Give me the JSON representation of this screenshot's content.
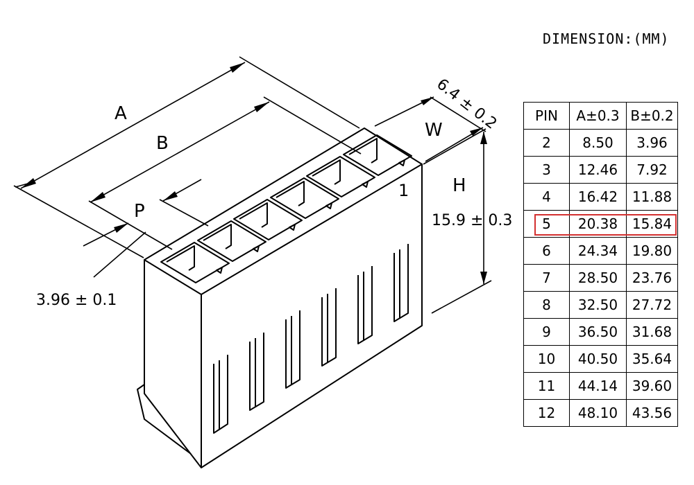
{
  "header": {
    "units_label": "DIMENSION:(MM)"
  },
  "labels": {
    "A": "A",
    "B": "B",
    "P": "P",
    "W": "W",
    "H": "H",
    "pin_one": "1",
    "pitch_value": "3.96 ± 0.1",
    "width_value": "6.4 ± 0.2",
    "height_value": "15.9 ± 0.3"
  },
  "table": {
    "headers": [
      "PIN",
      "A±0.3",
      "B±0.2"
    ],
    "rows": [
      [
        "2",
        "8.50",
        "3.96"
      ],
      [
        "3",
        "12.46",
        "7.92"
      ],
      [
        "4",
        "16.42",
        "11.88"
      ],
      [
        "5",
        "20.38",
        "15.84"
      ],
      [
        "6",
        "24.34",
        "19.80"
      ],
      [
        "7",
        "28.50",
        "23.76"
      ],
      [
        "8",
        "32.50",
        "27.72"
      ],
      [
        "9",
        "36.50",
        "31.68"
      ],
      [
        "10",
        "40.50",
        "35.64"
      ],
      [
        "11",
        "44.14",
        "39.60"
      ],
      [
        "12",
        "48.10",
        "43.56"
      ]
    ],
    "highlighted_row_index": 3,
    "highlight_color": "#d32f2f"
  }
}
